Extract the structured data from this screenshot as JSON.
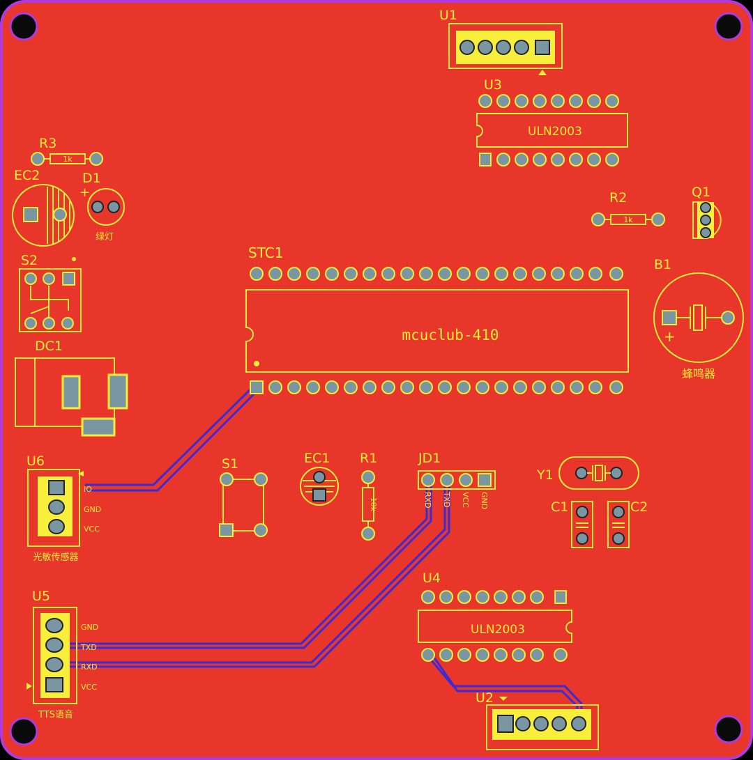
{
  "colors": {
    "board": "#e8362a",
    "edge": "#b03adb",
    "silk": "#f7ef3b",
    "pad": "#7a96a3",
    "trace": "#3b2bd6",
    "hole": "#0a0a0a"
  },
  "labels": {
    "u1": "U1",
    "u3": "U3",
    "u3_part": "ULN2003",
    "r3": "R3",
    "r3_value": "1k",
    "ec2": "EC2",
    "d1": "D1",
    "d1_name": "绿灯",
    "plus": "+",
    "r2": "R2",
    "r2_value": "1k",
    "q1": "Q1",
    "stc1": "STC1",
    "stc1_part": "mcuclub-410",
    "b1": "B1",
    "b1_name": "蜂鸣器",
    "s2": "S2",
    "dc1": "DC1",
    "u6": "U6",
    "u6_pin1": "IO",
    "u6_pin2": "GND",
    "u6_pin3": "VCC",
    "u6_name": "光敏传感器",
    "s1": "S1",
    "ec1": "EC1",
    "r1": "R1",
    "r1_value": "10k",
    "jd1": "JD1",
    "jd1_pin1": "RXD",
    "jd1_pin2": "TXD",
    "jd1_pin3": "VCC",
    "jd1_pin4": "GND",
    "y1": "Y1",
    "c1": "C1",
    "c2": "C2",
    "u4": "U4",
    "u4_part": "ULN2003",
    "u5": "U5",
    "u5_pin1": "GND",
    "u5_pin2": "TXD",
    "u5_pin3": "RXD",
    "u5_pin4": "VCC",
    "u5_name": "TTS语音",
    "u2": "U2"
  }
}
